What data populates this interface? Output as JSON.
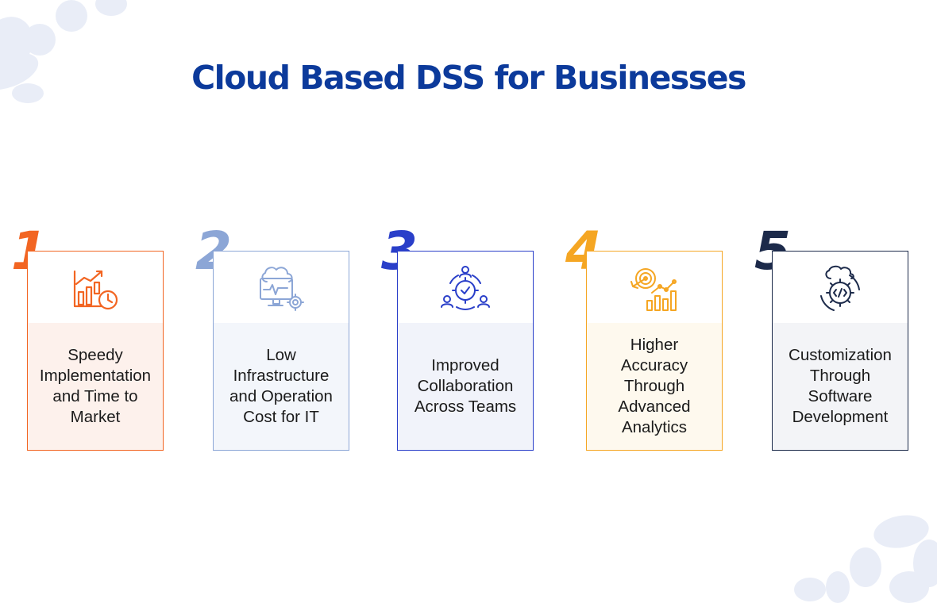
{
  "title": "Cloud Based DSS for Businesses",
  "cards": [
    {
      "number": "1",
      "label": "Speedy Implementation and Time to Market",
      "color": "#f26522",
      "tint": "#fdf1ec",
      "icon": "growth-chart-clock-icon"
    },
    {
      "number": "2",
      "label": "Low Infrastructure and Operation Cost for IT",
      "color": "#8ca6d6",
      "tint": "#f3f6fb",
      "icon": "cloud-monitor-gear-icon"
    },
    {
      "number": "3",
      "label": "Improved Collaboration Across Teams",
      "color": "#2a3fc9",
      "tint": "#f1f3fa",
      "icon": "team-collaboration-gear-icon"
    },
    {
      "number": "4",
      "label": "Higher Accuracy Through Advanced Analytics",
      "color": "#f5a623",
      "tint": "#fef9ee",
      "icon": "target-analytics-icon"
    },
    {
      "number": "5",
      "label": "Customization Through Software Development",
      "color": "#1c2a4a",
      "tint": "#f3f4f7",
      "icon": "cloud-code-gear-icon"
    }
  ]
}
